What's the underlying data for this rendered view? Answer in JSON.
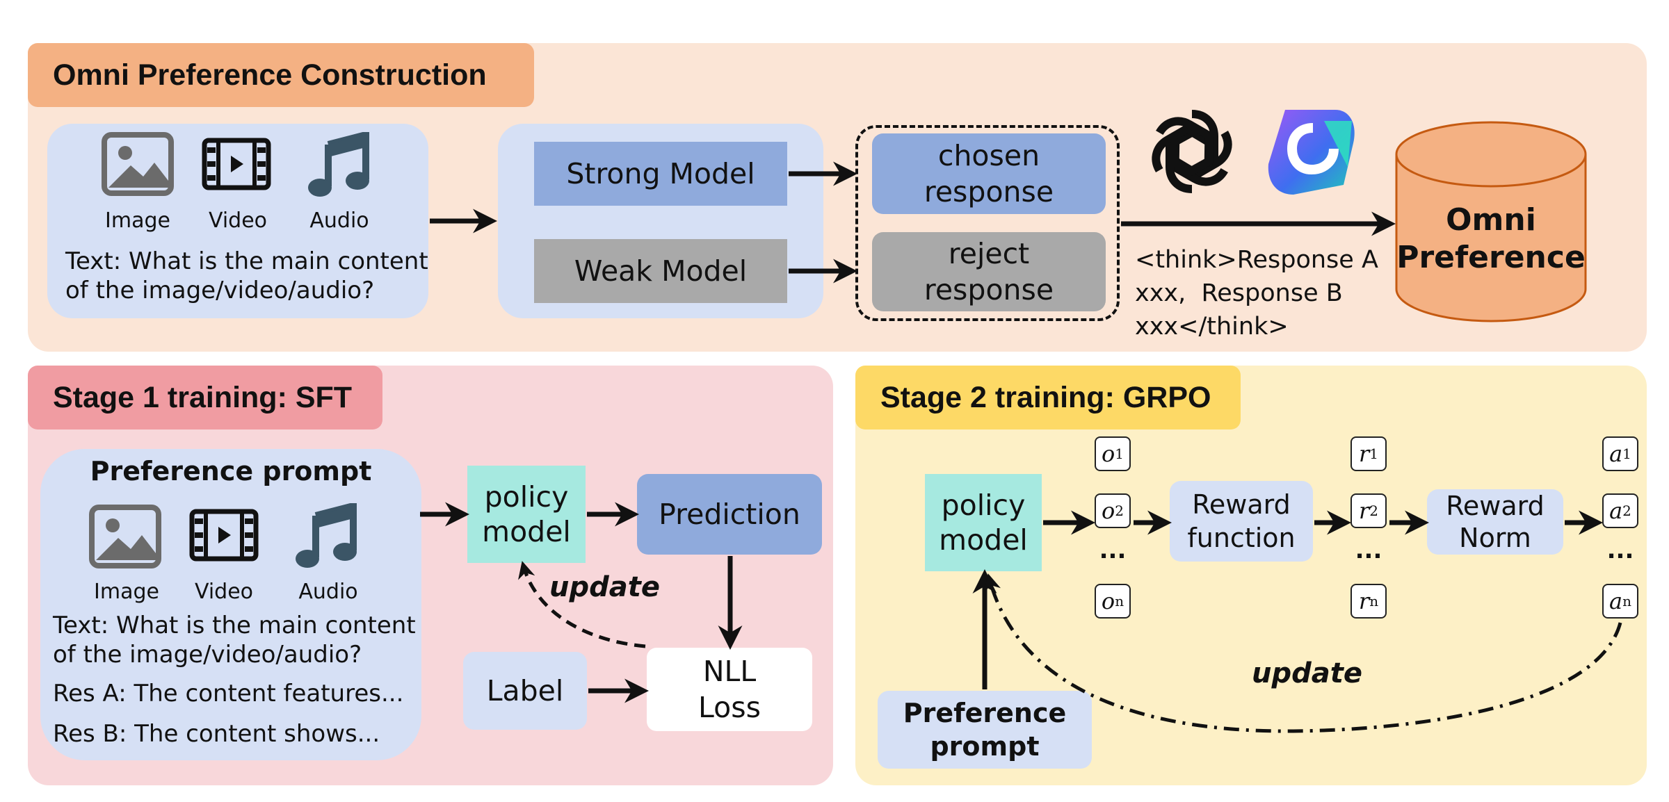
{
  "top_panel": {
    "title": "Omni Preference Construction",
    "input_box": {
      "icons": [
        {
          "name": "image-icon",
          "label": "Image"
        },
        {
          "name": "video-icon",
          "label": "Video"
        },
        {
          "name": "audio-icon",
          "label": "Audio"
        }
      ],
      "text_line1": "Text: What is the main content",
      "text_line2": "of the image/video/audio?"
    },
    "models": {
      "strong": "Strong Model",
      "weak": "Weak Model"
    },
    "responses": {
      "chosen_line1": "chosen",
      "chosen_line2": "response",
      "reject_line1": "reject",
      "reject_line2": "response"
    },
    "think_line1": "<think>Response A",
    "think_line2": "xxx,  Response B",
    "think_line3": "xxx</think>",
    "database_line1": "Omni",
    "database_line2": "Preference",
    "logos": [
      "openai-logo",
      "gemini-like-logo"
    ]
  },
  "stage1": {
    "title": "Stage 1 training: SFT",
    "prompt_box": {
      "heading": "Preference prompt",
      "icons": [
        {
          "name": "image-icon",
          "label": "Image"
        },
        {
          "name": "video-icon",
          "label": "Video"
        },
        {
          "name": "audio-icon",
          "label": "Audio"
        }
      ],
      "text_line1": "Text: What is the main content",
      "text_line2": "of the image/video/audio?",
      "res_a": "Res A: The content features...",
      "res_b": "Res B: The content shows..."
    },
    "policy_line1": "policy",
    "policy_line2": "model",
    "prediction": "Prediction",
    "update": "update",
    "label": "Label",
    "loss_line1": "NLL",
    "loss_line2": "Loss"
  },
  "stage2": {
    "title": "Stage 2 training: GRPO",
    "policy_line1": "policy",
    "policy_line2": "model",
    "outputs": [
      {
        "sym": "o",
        "sub": "1"
      },
      {
        "sym": "o",
        "sub": "2"
      },
      {
        "sym": "o",
        "sub": "n"
      }
    ],
    "rewards": [
      {
        "sym": "r",
        "sub": "1"
      },
      {
        "sym": "r",
        "sub": "2"
      },
      {
        "sym": "r",
        "sub": "n"
      }
    ],
    "advantages": [
      {
        "sym": "a",
        "sub": "1"
      },
      {
        "sym": "a",
        "sub": "2"
      },
      {
        "sym": "a",
        "sub": "n"
      }
    ],
    "ellipsis": "...",
    "reward_fn_line1": "Reward",
    "reward_fn_line2": "function",
    "reward_norm_line1": "Reward",
    "reward_norm_line2": "Norm",
    "update": "update",
    "prompt_line1": "Preference",
    "prompt_line2": "prompt"
  },
  "colors": {
    "top_bg": "#fbe5d6",
    "top_tab": "#f4b183",
    "stage1_bg": "#f8d7da",
    "stage1_tab": "#f09ca2",
    "stage2_bg": "#fdf0c6",
    "stage2_tab": "#fdd966",
    "light_blue": "#d6e0f5",
    "mid_blue": "#8faadc",
    "gray": "#a9a9a9",
    "teal": "#a6e9e0",
    "database": "#f4b183"
  }
}
